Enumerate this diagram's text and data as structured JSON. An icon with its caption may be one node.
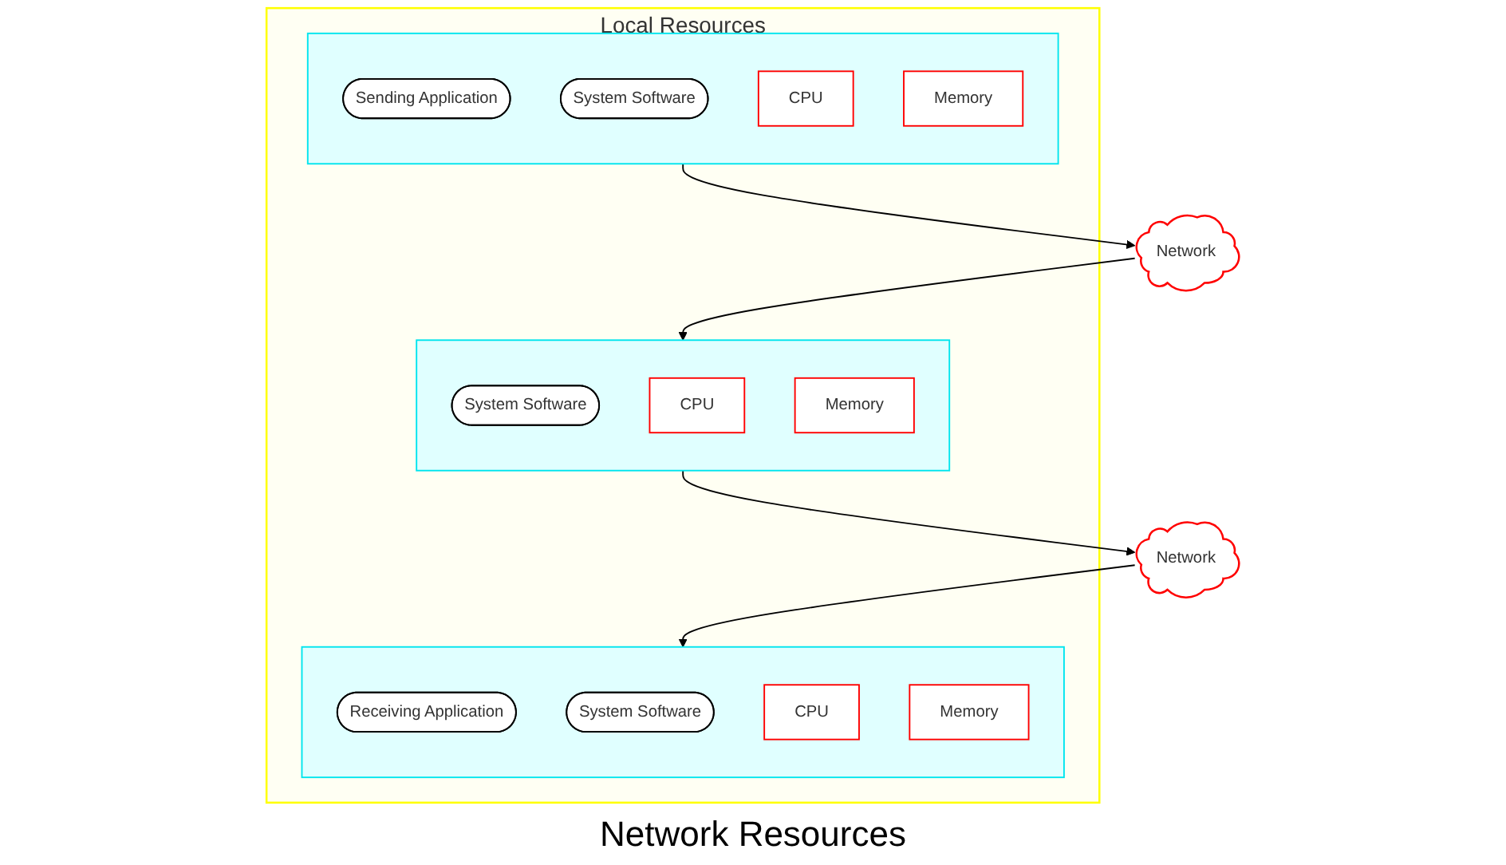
{
  "diagram": {
    "nodes": [
      {
        "text": [
          "Local Resources"
        ]
      },
      {
        "text": [],
        "shape": "box",
        "in": 0
      },
      {
        "text": [
          "Sending Application"
        ],
        "in": 1
      },
      {
        "text": [
          "System Software"
        ],
        "in": 1
      },
      {
        "text": [
          "CPU"
        ],
        "in": 1
      },
      {
        "text": [
          "Memory"
        ],
        "in": 1
      },
      {
        "text": [],
        "shape": "box",
        "in": 0
      },
      {
        "text": [
          "System Software"
        ],
        "in": 6
      },
      {
        "text": [
          "CPU"
        ],
        "in": 6
      },
      {
        "text": [
          "Memory"
        ],
        "in": 6
      },
      {
        "text": [],
        "shape": "box",
        "in": 0
      },
      {
        "text": [
          "Receiving Application"
        ],
        "in": 10
      },
      {
        "text": [
          "System Software"
        ],
        "in": 10
      },
      {
        "text": [
          "CPU"
        ],
        "in": 10
      },
      {
        "text": [
          "Memory"
        ],
        "in": 10
      },
      {
        "text": [
          "Network"
        ]
      },
      {
        "text": [
          "Network"
        ]
      }
    ],
    "edges": [
      {
        "from": 1,
        "to": 15,
        "arrow": "to"
      },
      {
        "from": 15,
        "to": 6,
        "arrow": "to"
      },
      {
        "from": 6,
        "to": 16,
        "arrow": "to"
      },
      {
        "from": 16,
        "to": 10,
        "arrow": "to"
      }
    ],
    "labels": [
      "Network Resources"
    ]
  }
}
